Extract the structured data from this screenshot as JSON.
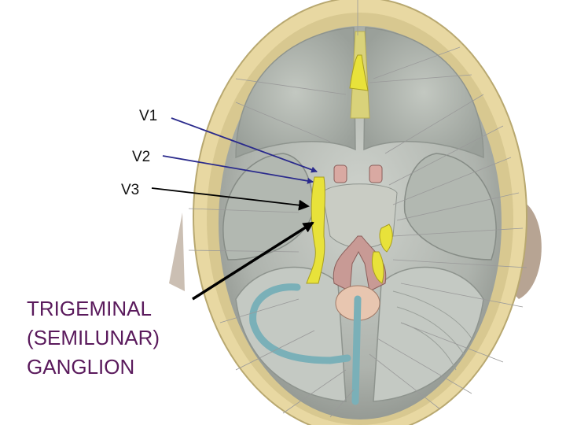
{
  "labels": {
    "v1": "V1",
    "v2": "V2",
    "v3": "V3",
    "ganglion": [
      "TRIGEMINAL",
      "(SEMILUNAR)",
      "GANGLION"
    ]
  },
  "colors": {
    "background": "#ffffff",
    "skull_rim": "#e8d8a2",
    "dura": "#b9bfb8",
    "nerve_yellow": "#e8e23a",
    "vessel_blue": "#7ab0b8",
    "artery_pink": "#c89a95",
    "pointer_blue": "#2a2a8c",
    "pointer_black": "#000000",
    "ganglion_label": "#5a1a5c"
  },
  "icons": [
    "arrow-head-icon"
  ]
}
